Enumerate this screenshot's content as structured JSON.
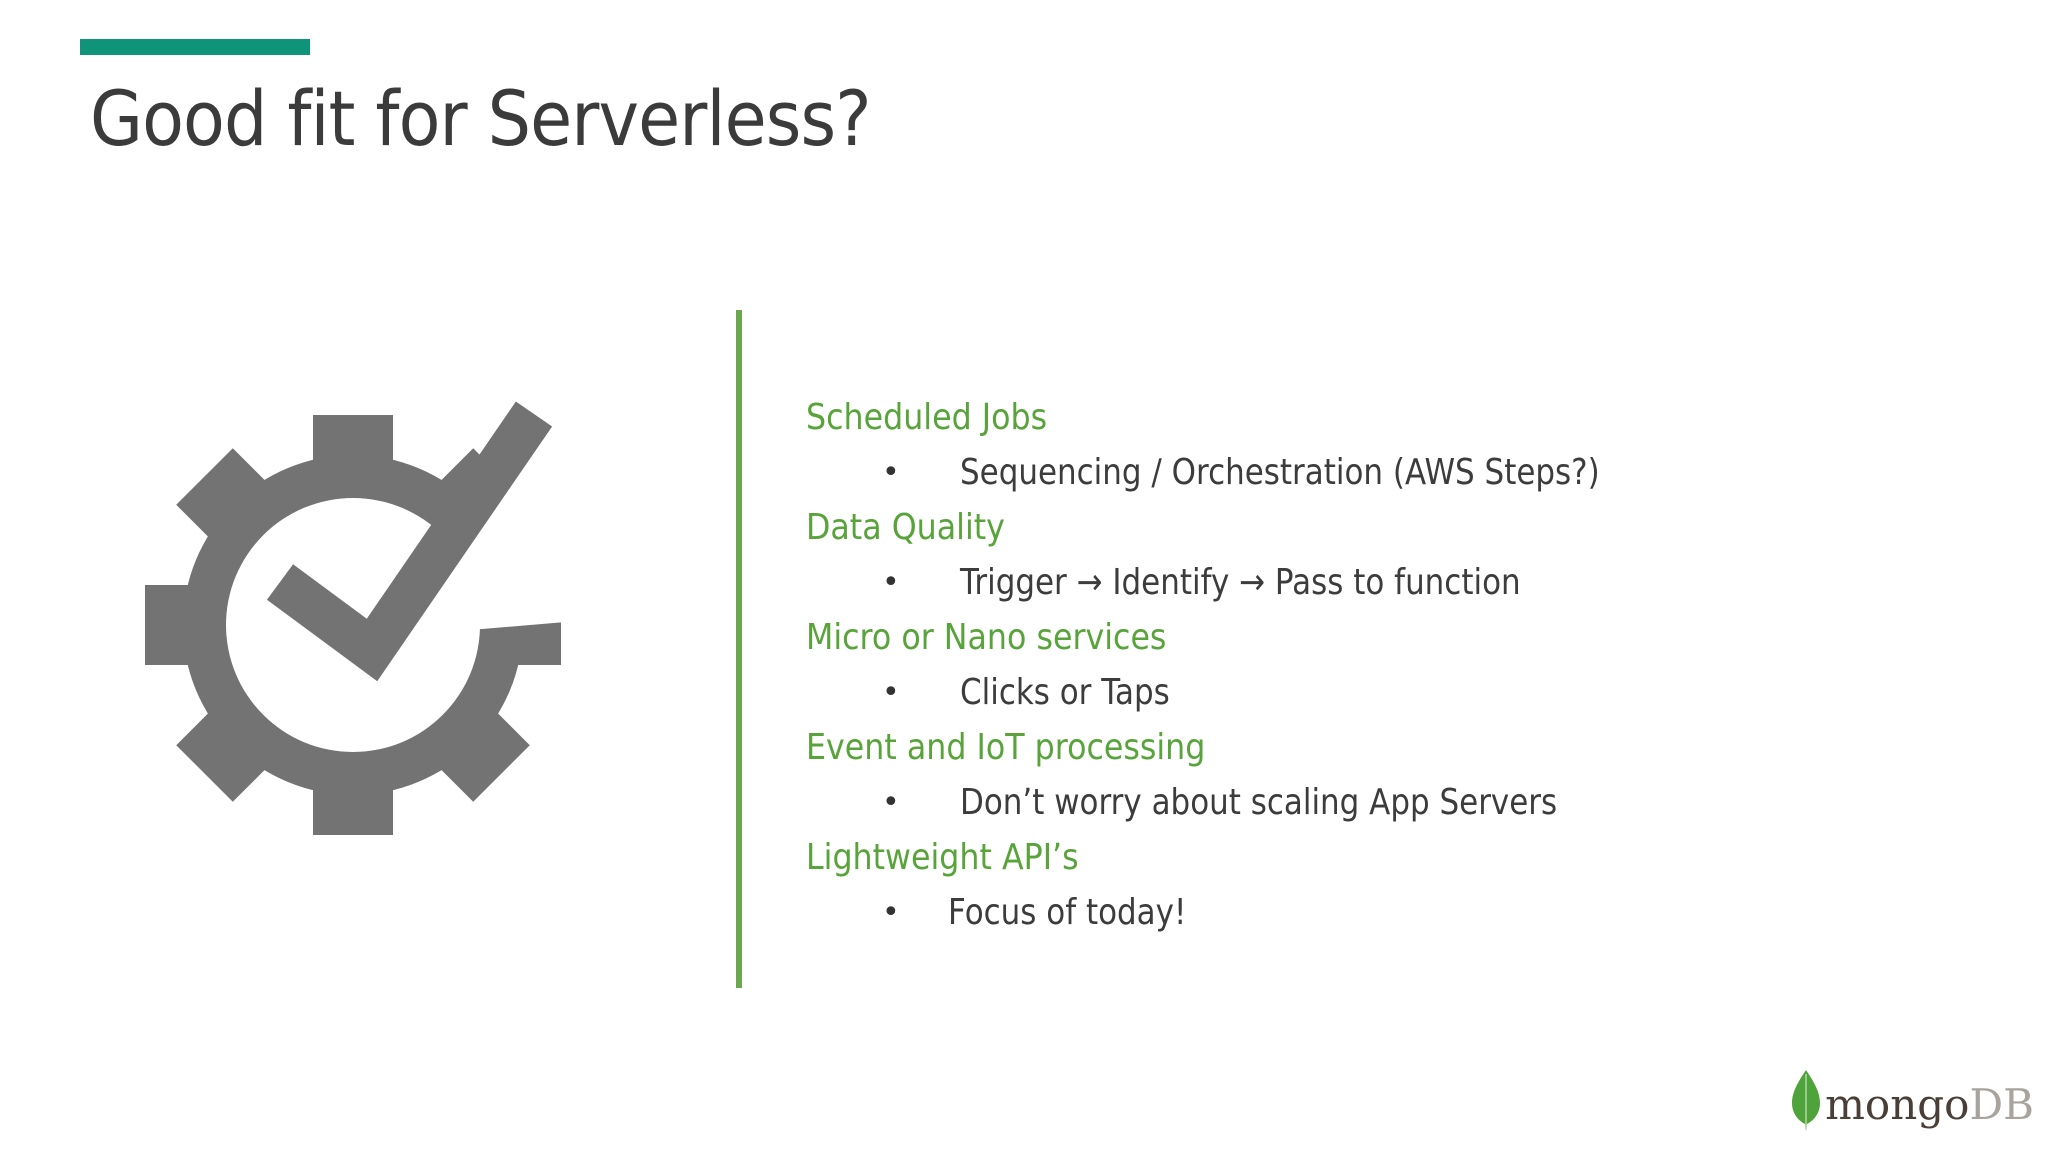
{
  "slide": {
    "title": "Good fit for Serverless?",
    "accent_color": "#0f9479",
    "heading_color": "#58a43a",
    "divider_color": "#6aa84f",
    "icon": "gear-checkmark-icon",
    "items": [
      {
        "heading": "Scheduled Jobs",
        "bullet": "Sequencing / Orchestration (AWS Steps?)"
      },
      {
        "heading": "Data Quality",
        "bullet": "Trigger → Identify → Pass to function"
      },
      {
        "heading": "Micro or Nano services",
        "bullet": "Clicks or Taps"
      },
      {
        "heading": "Event and IoT processing",
        "bullet": "Don’t worry about scaling App Servers"
      },
      {
        "heading": "Lightweight API’s",
        "bullet": "Focus of today!"
      }
    ],
    "logo": {
      "brand_main": "mongo",
      "brand_suffix": "DB",
      "icon": "mongodb-leaf-icon"
    }
  }
}
